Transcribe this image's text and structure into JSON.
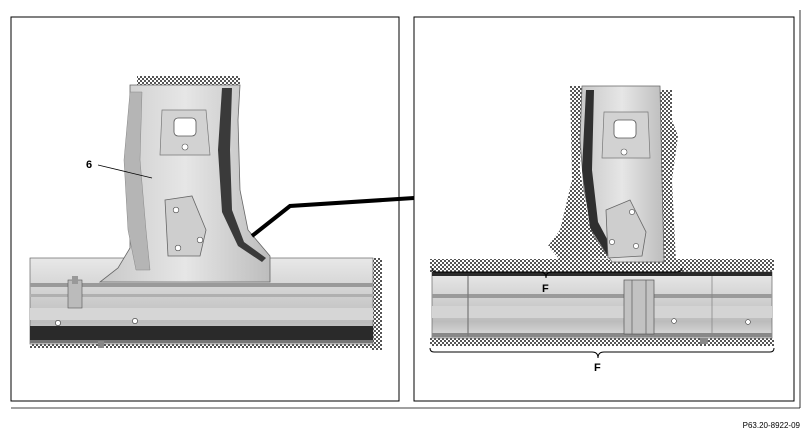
{
  "labels": {
    "part_number": "6",
    "section_top": "F",
    "section_bottom": "F"
  },
  "reference_code": "P63.20-8922-09",
  "colors": {
    "frame": "#000000",
    "panel_light": "#dcdcdc",
    "panel_mid": "#c4c4c4",
    "panel_dark": "#8e8e8e",
    "rail_dark": "#2a2a2a",
    "hatch": "#555555"
  }
}
